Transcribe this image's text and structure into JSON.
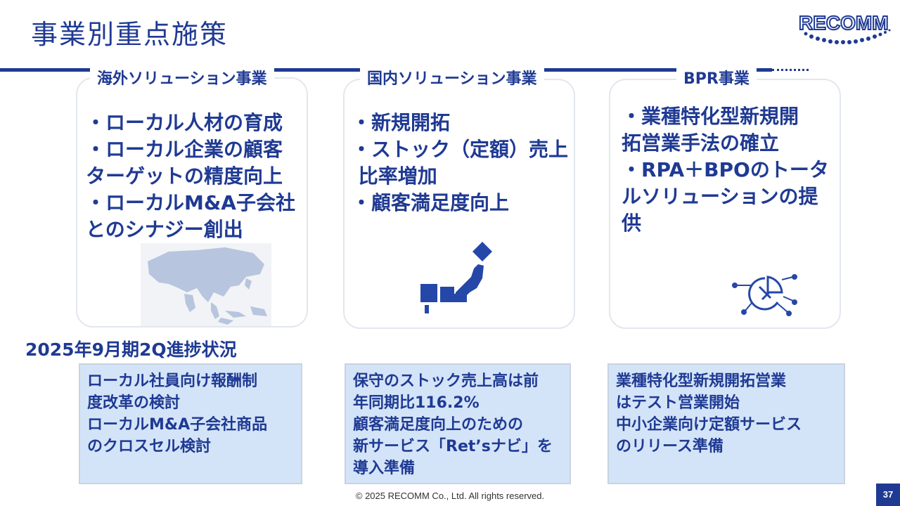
{
  "page": {
    "title": "事業別重点施策",
    "page_number": "37",
    "footer": "© 2025 RECOMM Co., Ltd. All rights reserved."
  },
  "logo": {
    "text": "RECOMM"
  },
  "sections": [
    {
      "label": "海外ソリューション事業",
      "lines": "・ローカル人材の育成\n・ローカル企業の顧客\nターゲットの精度向上\n・ローカルM&A子会社\nとのシナジー創出",
      "image": "asia-map",
      "status": "ローカル社員向け報酬制\n度改革の検討\nローカルM&A子会社商品\nのクロスセル検討"
    },
    {
      "label": "国内ソリューション事業",
      "lines": "・新規開拓\n・ストック（定額）売上\n 比率増加\n・顧客満足度向上",
      "image": "japan-map",
      "status": "保守のストック売上高は前\n年同期比116.2%\n顧客満足度向上のための\n新サービス「Ret’sナビ」を\n導入準備"
    },
    {
      "label": "BPR事業",
      "lines": "・業種特化型新規開\n拓営業手法の確立\n・RPA＋BPOのトータ\nルソリューションの提\n供",
      "image": "circuit-chart-icon",
      "status": "業種特化型新規開拓営業\nはテスト営業開始\n中小企業向け定額サービス\nのリリース準備"
    }
  ],
  "status_heading": "2025年9月期2Q進捗状況"
}
